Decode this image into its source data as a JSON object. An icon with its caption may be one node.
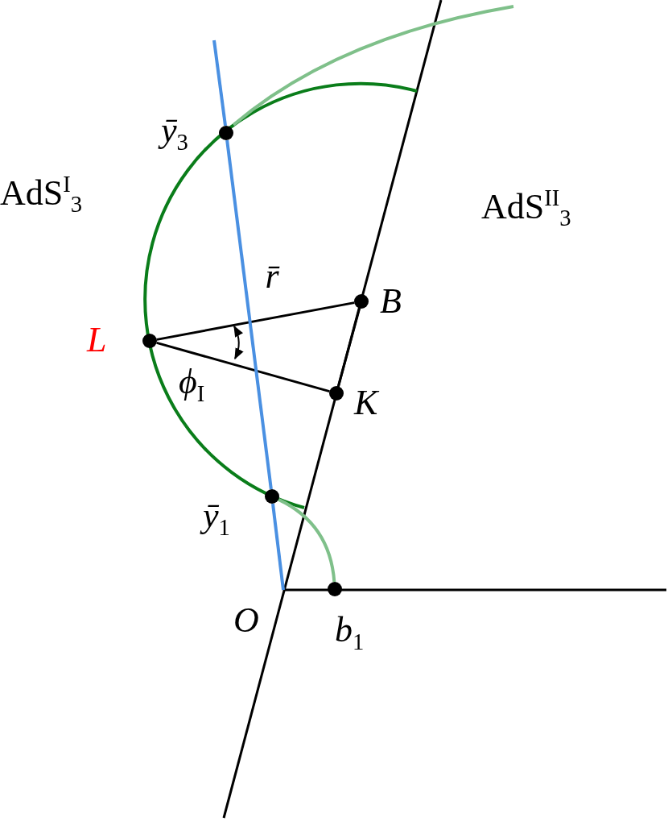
{
  "diagram": {
    "nodes": [
      {
        "text": [],
        "shape": "circle",
        "beside": [
          "*ȳ*$_{3}$"
        ]
      },
      {
        "text": [],
        "shape": "circle",
        "beside": [
          "*B*"
        ]
      },
      {
        "text": [],
        "shape": "circle",
        "beside": [
          "*L*"
        ]
      },
      {
        "text": [],
        "shape": "circle",
        "beside": [
          "*K*"
        ]
      },
      {
        "text": [],
        "shape": "circle",
        "beside": [
          "*ȳ*$_{1}$"
        ]
      },
      {
        "text": [],
        "shape": "circle",
        "beside": [
          "*b*$_{1}$"
        ]
      }
    ],
    "edges": [
      {
        "from": 2,
        "to": 1,
        "arrow": "none",
        "label": "*r̄*"
      },
      {
        "from": 2,
        "to": 3,
        "arrow": "none"
      },
      {
        "from": 3,
        "to": 1,
        "arrow": "none"
      },
      {
        "from": 0,
        "to": 4,
        "arrow": "none",
        "color": "#4a90e2"
      },
      {
        "from": 4,
        "to": 5,
        "arrow": "none",
        "color": "#7fc08a"
      }
    ],
    "labels": [
      "AdS$^{I}$$_{3}$",
      "AdS$^{II}$$_{3}$",
      "*ϕ*$_{I}$",
      "*O*"
    ]
  }
}
